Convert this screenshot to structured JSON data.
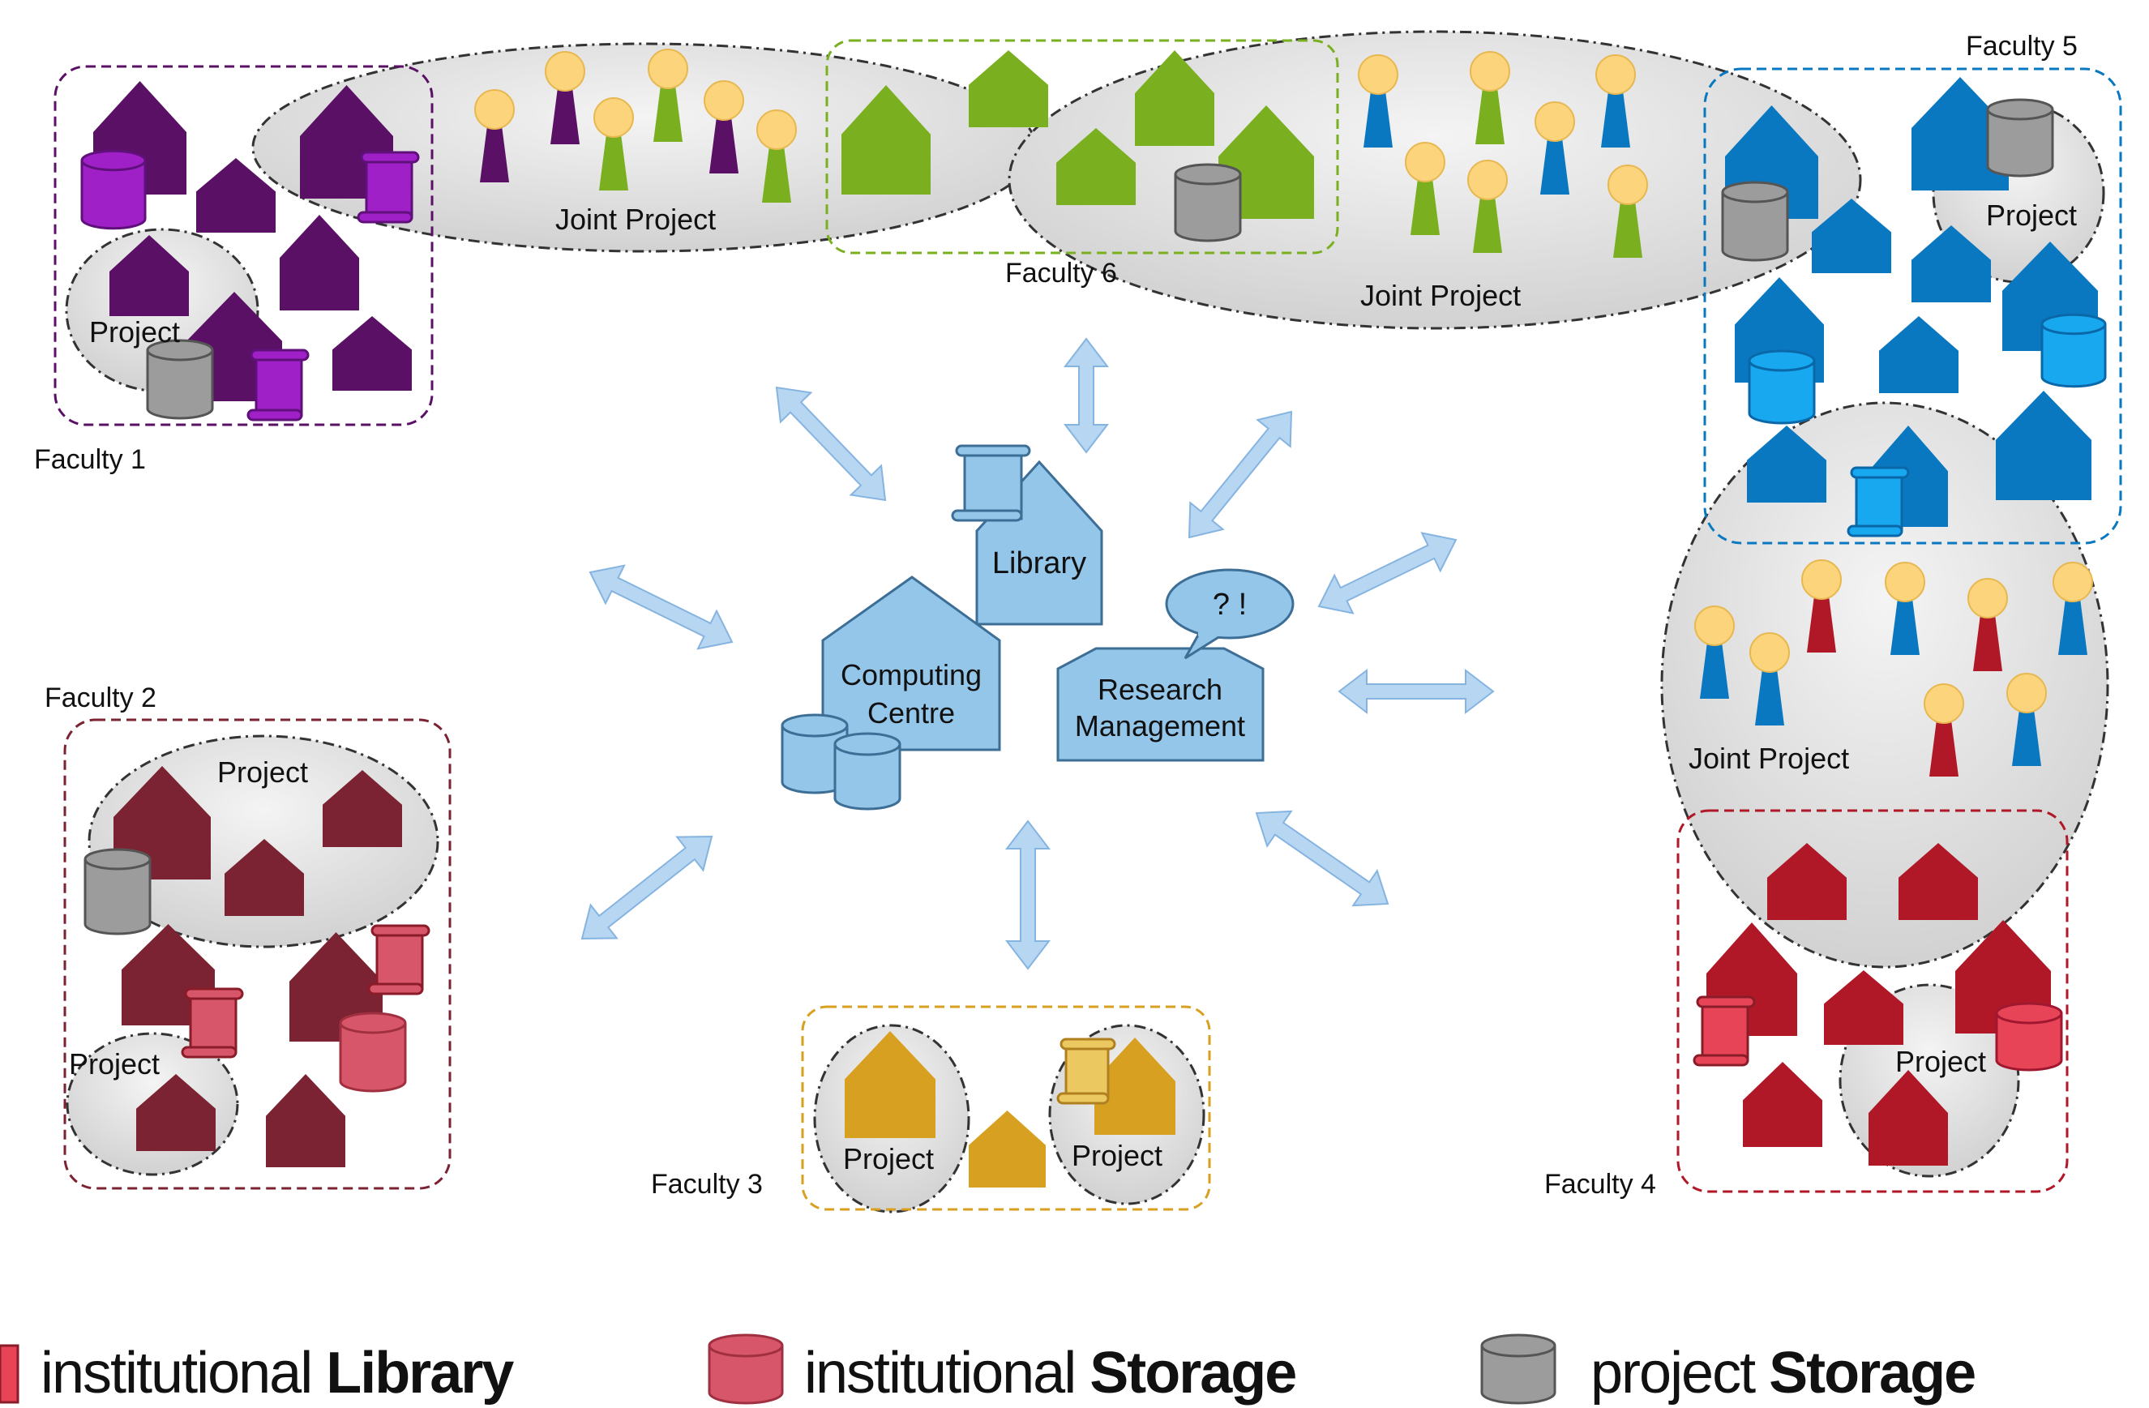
{
  "colors": {
    "faculty1": "#5a1065",
    "faculty1_storage": "#a020c8",
    "faculty2": "#7b2332",
    "faculty2_storage": "#d8566a",
    "faculty3": "#d8a020",
    "faculty3_storage": "#ecc860",
    "faculty4": "#b01828",
    "faculty4_storage": "#e84458",
    "faculty5": "#0a78c0",
    "faculty5_storage": "#18a8f0",
    "faculty6": "#7ab020",
    "central": "#94c6ea",
    "central_stroke": "#3c6e96",
    "project_storage": "#9c9c9c",
    "person_head": "#fcd47c",
    "arrow_fill": "#b6d6f2",
    "arrow_stroke": "#86b4e0",
    "project_oval": "#dcdcdc"
  },
  "faculties": {
    "f1": {
      "label": "Faculty 1",
      "project": "Project"
    },
    "f2": {
      "label": "Faculty 2",
      "project_a": "Project",
      "project_b": "Project"
    },
    "f3": {
      "label": "Faculty 3",
      "project_a": "Project",
      "project_b": "Project"
    },
    "f4": {
      "label": "Faculty 4",
      "project": "Project"
    },
    "f5": {
      "label": "Faculty 5",
      "project": "Project"
    },
    "f6": {
      "label": "Faculty 6"
    }
  },
  "joint_projects": {
    "j16": "Joint Project",
    "j56": "Joint Project",
    "j45": "Joint Project"
  },
  "central": {
    "library": "Library",
    "computing_line1": "Computing",
    "computing_line2": "Centre",
    "research_line1": "Research",
    "research_line2": "Management",
    "speech": "? !"
  },
  "legend": {
    "library_plain": "institutional ",
    "library_bold": "Library",
    "inst_storage_plain": "institutional ",
    "inst_storage_bold": "Storage",
    "proj_storage_plain": "project ",
    "proj_storage_bold": "Storage"
  }
}
